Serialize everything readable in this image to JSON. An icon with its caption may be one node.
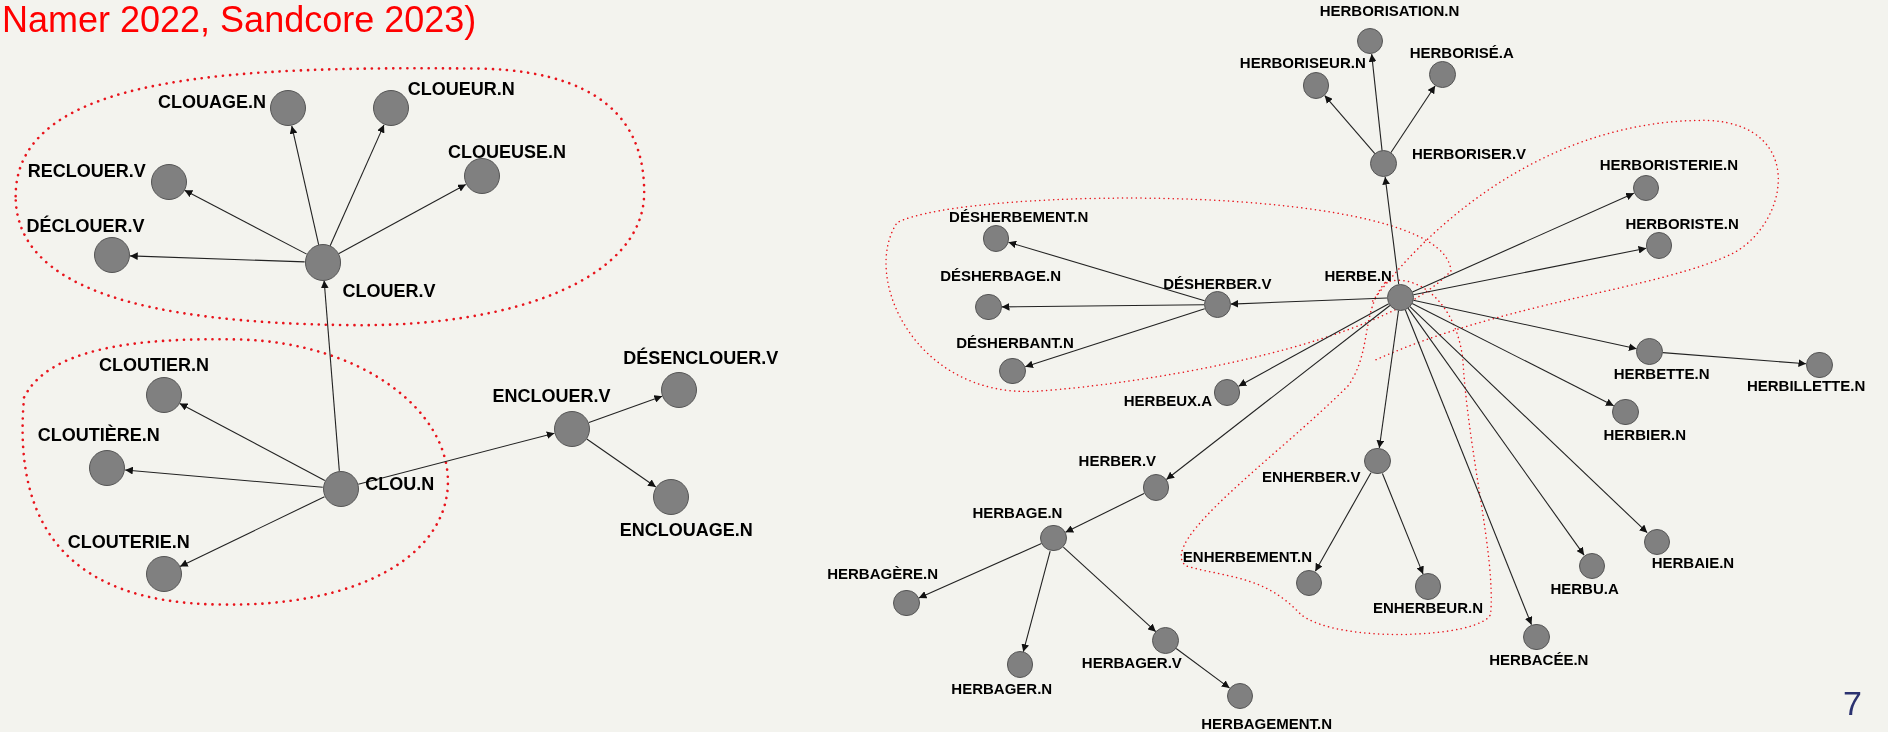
{
  "diagram": {
    "nodes": [
      {
        "text": [
          "CLOUER.V"
        ]
      },
      {
        "text": [
          "CLOUAGE.N"
        ]
      },
      {
        "text": [
          "CLOUEUR.N"
        ]
      },
      {
        "text": [
          "CLOUEUSE.N"
        ]
      },
      {
        "text": [
          "RECLOUER.V"
        ]
      },
      {
        "text": [
          "DÉCLOUER.V"
        ]
      },
      {
        "text": [
          "CLOU.N"
        ]
      },
      {
        "text": [
          "CLOUTIER.N"
        ]
      },
      {
        "text": [
          "CLOUTIÈRE.N"
        ]
      },
      {
        "text": [
          "CLOUTERIE.N"
        ]
      },
      {
        "text": [
          "ENCLOUER.V"
        ]
      },
      {
        "text": [
          "DÉSENCLOUER.V"
        ]
      },
      {
        "text": [
          "ENCLOUAGE.N"
        ]
      },
      {
        "text": [
          "HERBE.N"
        ]
      },
      {
        "text": [
          "HERBORISER.V"
        ]
      },
      {
        "text": [
          "HERBORISATION.N"
        ]
      },
      {
        "text": [
          "HERBORISEUR.N"
        ]
      },
      {
        "text": [
          "HERBORISÉ.A"
        ]
      },
      {
        "text": [
          "HERBORISTERIE.N"
        ]
      },
      {
        "text": [
          "HERBORISTE.N"
        ]
      },
      {
        "text": [
          "DÉSHERBER.V"
        ]
      },
      {
        "text": [
          "DÉSHERBEMENT.N"
        ]
      },
      {
        "text": [
          "DÉSHERBAGE.N"
        ]
      },
      {
        "text": [
          "DÉSHERBANT.N"
        ]
      },
      {
        "text": [
          "HERBEUX.A"
        ]
      },
      {
        "text": [
          "HERBETTE.N"
        ]
      },
      {
        "text": [
          "HERBILLETTE.N"
        ]
      },
      {
        "text": [
          "HERBIER.N"
        ]
      },
      {
        "text": [
          "HERBER.V"
        ]
      },
      {
        "text": [
          "HERBAGE.N"
        ]
      },
      {
        "text": [
          "HERBAGÈRE.N"
        ]
      },
      {
        "text": [
          "HERBAGER.N"
        ]
      },
      {
        "text": [
          "HERBAGER.V"
        ]
      },
      {
        "text": [
          "HERBAGEMENT.N"
        ]
      },
      {
        "text": [
          "ENHERBER.V"
        ]
      },
      {
        "text": [
          "ENHERBEMENT.N"
        ]
      },
      {
        "text": [
          "ENHERBEUR.N"
        ]
      },
      {
        "text": [
          "HERBACÉE.N"
        ]
      },
      {
        "text": [
          "HERBU.A"
        ]
      },
      {
        "text": [
          "HERBAIE.N"
        ]
      }
    ],
    "edges": [
      {
        "from": 6,
        "to": 0,
        "arrow": "to"
      },
      {
        "from": 0,
        "to": 1,
        "arrow": "to"
      },
      {
        "from": 0,
        "to": 2,
        "arrow": "to"
      },
      {
        "from": 0,
        "to": 3,
        "arrow": "to"
      },
      {
        "from": 0,
        "to": 4,
        "arrow": "to"
      },
      {
        "from": 0,
        "to": 5,
        "arrow": "to"
      },
      {
        "from": 6,
        "to": 7,
        "arrow": "to"
      },
      {
        "from": 6,
        "to": 8,
        "arrow": "to"
      },
      {
        "from": 6,
        "to": 9,
        "arrow": "to"
      },
      {
        "from": 6,
        "to": 10,
        "arrow": "to"
      },
      {
        "from": 10,
        "to": 11,
        "arrow": "to"
      },
      {
        "from": 10,
        "to": 12,
        "arrow": "to"
      },
      {
        "from": 13,
        "to": 14,
        "arrow": "to"
      },
      {
        "from": 14,
        "to": 15,
        "arrow": "to"
      },
      {
        "from": 14,
        "to": 16,
        "arrow": "to"
      },
      {
        "from": 14,
        "to": 17,
        "arrow": "to"
      },
      {
        "from": 13,
        "to": 18,
        "arrow": "to"
      },
      {
        "from": 13,
        "to": 19,
        "arrow": "to"
      },
      {
        "from": 13,
        "to": 20,
        "arrow": "to"
      },
      {
        "from": 20,
        "to": 21,
        "arrow": "to"
      },
      {
        "from": 20,
        "to": 22,
        "arrow": "to"
      },
      {
        "from": 20,
        "to": 23,
        "arrow": "to"
      },
      {
        "from": 13,
        "to": 24,
        "arrow": "to"
      },
      {
        "from": 13,
        "to": 25,
        "arrow": "to"
      },
      {
        "from": 25,
        "to": 26,
        "arrow": "to"
      },
      {
        "from": 13,
        "to": 27,
        "arrow": "to"
      },
      {
        "from": 13,
        "to": 28,
        "arrow": "to"
      },
      {
        "from": 28,
        "to": 29,
        "arrow": "to"
      },
      {
        "from": 29,
        "to": 30,
        "arrow": "to"
      },
      {
        "from": 29,
        "to": 31,
        "arrow": "to"
      },
      {
        "from": 29,
        "to": 32,
        "arrow": "to"
      },
      {
        "from": 32,
        "to": 33,
        "arrow": "to"
      },
      {
        "from": 13,
        "to": 34,
        "arrow": "to"
      },
      {
        "from": 34,
        "to": 35,
        "arrow": "to"
      },
      {
        "from": 34,
        "to": 36,
        "arrow": "to"
      },
      {
        "from": 13,
        "to": 37,
        "arrow": "to"
      },
      {
        "from": 13,
        "to": 38,
        "arrow": "to"
      },
      {
        "from": 13,
        "to": 39,
        "arrow": "to"
      }
    ],
    "labels": [
      "Namer 2022, Sandcore 2023)",
      "7"
    ]
  }
}
